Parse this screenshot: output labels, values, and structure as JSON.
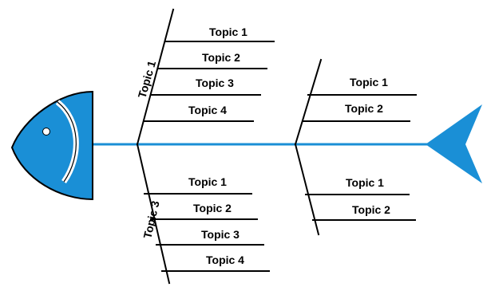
{
  "colors": {
    "spine": "#1a8fd6",
    "fish": "#1a8fd6",
    "outline": "#000000",
    "text": "#000000"
  },
  "fish_head_icon": "fish-head-icon",
  "fish_tail_icon": "fish-tail-icon",
  "branches": {
    "upper_left": {
      "label": "Topic 1",
      "topics": [
        "Topic 1",
        "Topic 2",
        "Topic 3",
        "Topic 4"
      ]
    },
    "lower_left": {
      "label": "Topic 3",
      "topics": [
        "Topic 1",
        "Topic 2",
        "Topic 3",
        "Topic 4"
      ]
    },
    "upper_right": {
      "topics": [
        "Topic 1",
        "Topic 2"
      ]
    },
    "lower_right": {
      "topics": [
        "Topic 1",
        "Topic 2"
      ]
    }
  }
}
